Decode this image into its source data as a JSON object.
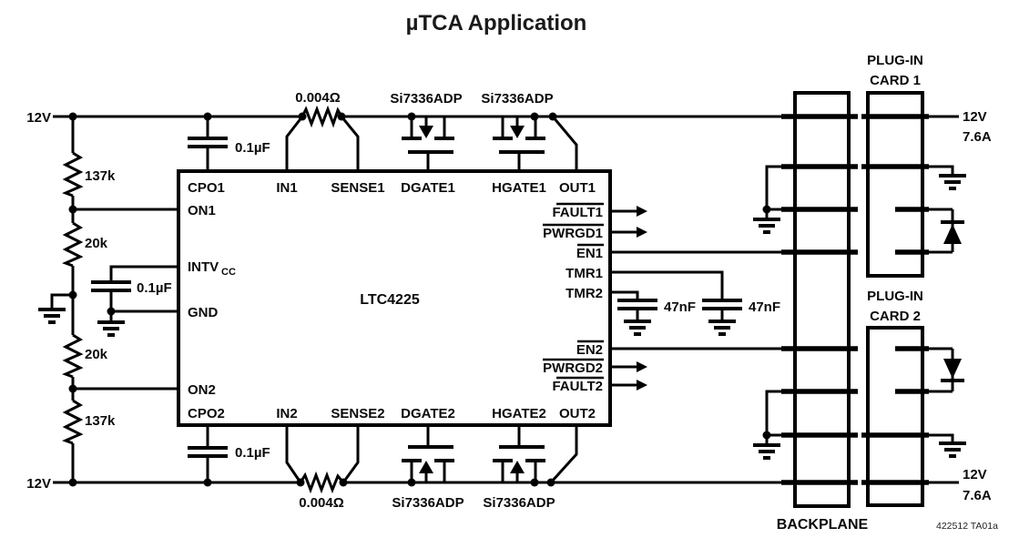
{
  "title": "µTCA Application",
  "rails": {
    "top": "12V",
    "bottom": "12V"
  },
  "ladder": {
    "r_top_137k": "137k",
    "r_top_20k": "20k",
    "r_bot_20k": "20k",
    "r_bot_137k": "137k"
  },
  "caps": {
    "cpo1": "0.1µF",
    "intvcc": "0.1µF",
    "cpo2": "0.1µF",
    "tmr2": "47nF",
    "tmr1": "47nF"
  },
  "sense": {
    "top": "0.004Ω",
    "bottom": "0.004Ω"
  },
  "mosfets": [
    "Si7336ADP",
    "Si7336ADP",
    "Si7336ADP",
    "Si7336ADP"
  ],
  "ic": {
    "name": "LTC4225",
    "top": [
      "CPO1",
      "IN1",
      "SENSE1",
      "DGATE1",
      "HGATE1",
      "OUT1"
    ],
    "bottom": [
      "CPO2",
      "IN2",
      "SENSE2",
      "DGATE2",
      "HGATE2",
      "OUT2"
    ],
    "left": {
      "on1": "ON1",
      "intv": "INTV",
      "intv_sub": "CC",
      "gnd": "GND",
      "on2": "ON2"
    },
    "right": [
      "FAULT1",
      "PWRGD1",
      "EN1",
      "TMR1",
      "TMR2",
      "EN2",
      "PWRGD2",
      "FAULT2"
    ]
  },
  "backplane": {
    "label": "BACKPLANE"
  },
  "cards": [
    {
      "line1": "PLUG-IN",
      "line2": "CARD 1",
      "v": "12V",
      "a": "7.6A"
    },
    {
      "line1": "PLUG-IN",
      "line2": "CARD 2",
      "v": "12V",
      "a": "7.6A"
    }
  ],
  "footer": "422512 TA01a",
  "colors": {
    "ic_fill": "#e8c3bc",
    "line": "#000000",
    "background": "#ffffff"
  }
}
